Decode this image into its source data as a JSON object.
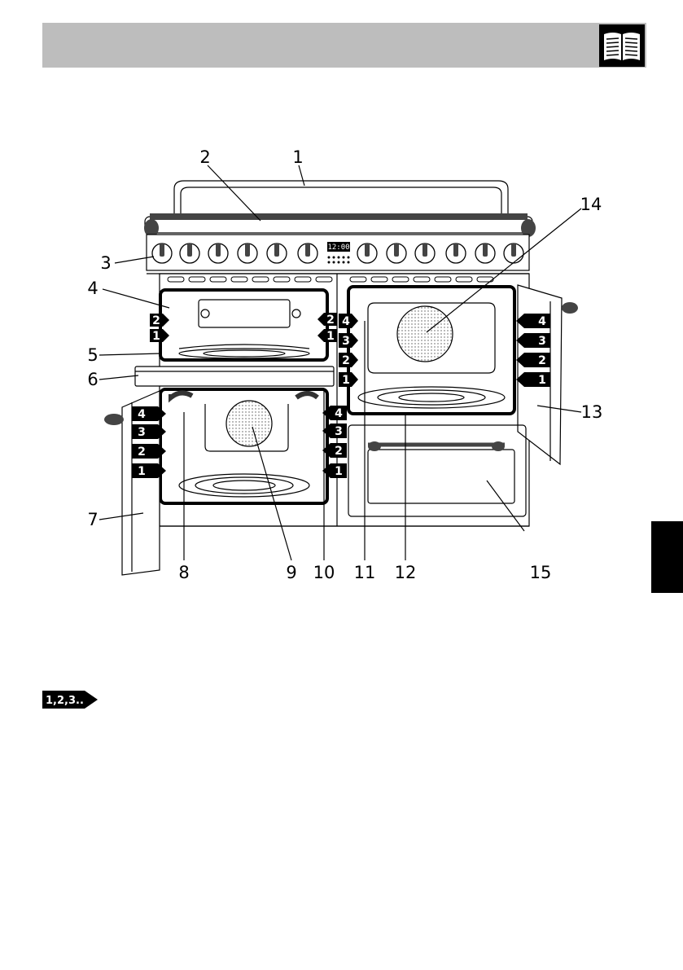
{
  "callouts": [
    {
      "id": "1",
      "label": "1"
    },
    {
      "id": "2",
      "label": "2"
    },
    {
      "id": "3",
      "label": "3"
    },
    {
      "id": "4",
      "label": "4"
    },
    {
      "id": "5",
      "label": "5"
    },
    {
      "id": "6",
      "label": "6"
    },
    {
      "id": "7",
      "label": "7"
    },
    {
      "id": "8",
      "label": "8"
    },
    {
      "id": "9",
      "label": "9"
    },
    {
      "id": "10",
      "label": "10"
    },
    {
      "id": "11",
      "label": "11"
    },
    {
      "id": "12",
      "label": "12"
    },
    {
      "id": "13",
      "label": "13"
    },
    {
      "id": "14",
      "label": "14"
    },
    {
      "id": "15",
      "label": "15"
    }
  ],
  "shelf_levels": {
    "grill": [
      "2",
      "1"
    ],
    "left_oven": [
      "4",
      "3",
      "2",
      "1"
    ],
    "right_oven": [
      "4",
      "3",
      "2",
      "1"
    ]
  },
  "display": {
    "clock": "12:00"
  },
  "sequence_badge": {
    "label": "1,2,3.."
  },
  "icons": {
    "header": "open-book-icon"
  },
  "colors": {
    "header_bar": "#bdbdbd",
    "ink": "#000000",
    "tab": "#000000"
  }
}
